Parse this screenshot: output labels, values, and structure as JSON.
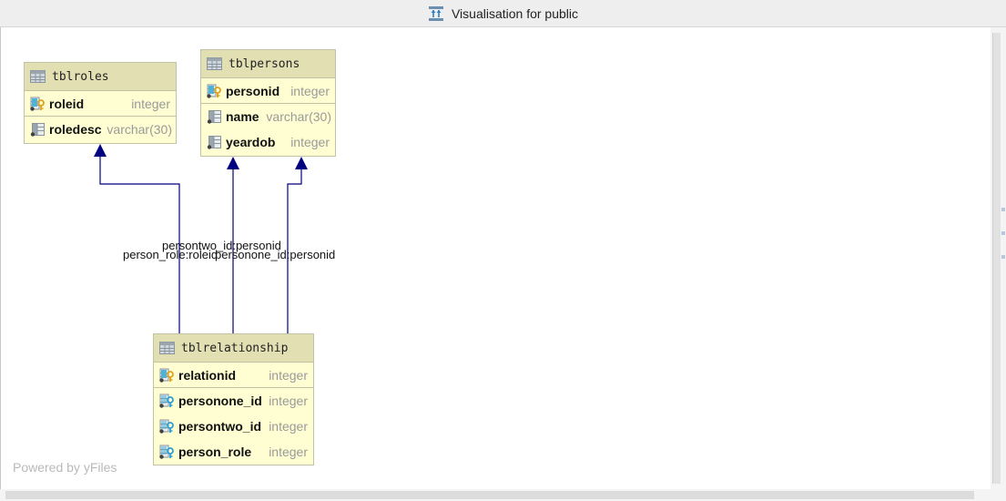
{
  "window": {
    "title": "Visualisation for public",
    "title_icon": "diagram-icon"
  },
  "colors": {
    "table_fill": "#fefed2",
    "table_header": "#e2dfb3",
    "edge": "#000080",
    "type_text": "#9a9a9a"
  },
  "tables": {
    "tblroles": {
      "name": "tblroles",
      "columns": [
        {
          "name": "roleid",
          "type": "integer",
          "icon": "primary-key-icon"
        },
        {
          "name": "roledesc",
          "type": "varchar(30)",
          "icon": "column-icon"
        }
      ]
    },
    "tblpersons": {
      "name": "tblpersons",
      "columns": [
        {
          "name": "personid",
          "type": "integer",
          "icon": "primary-key-icon"
        },
        {
          "name": "name",
          "type": "varchar(30)",
          "icon": "column-icon"
        },
        {
          "name": "yeardob",
          "type": "integer",
          "icon": "column-icon"
        }
      ]
    },
    "tblrelationship": {
      "name": "tblrelationship",
      "columns": [
        {
          "name": "relationid",
          "type": "integer",
          "icon": "primary-key-icon"
        },
        {
          "name": "personone_id",
          "type": "integer",
          "icon": "foreign-key-icon"
        },
        {
          "name": "persontwo_id",
          "type": "integer",
          "icon": "foreign-key-icon"
        },
        {
          "name": "person_role",
          "type": "integer",
          "icon": "foreign-key-icon"
        }
      ]
    }
  },
  "relations": [
    {
      "label": "persontwo_id:personid"
    },
    {
      "label": "person_role:roleid"
    },
    {
      "label": "personone_id:personid"
    }
  ],
  "footer": {
    "powered_by": "Powered by yFiles"
  }
}
